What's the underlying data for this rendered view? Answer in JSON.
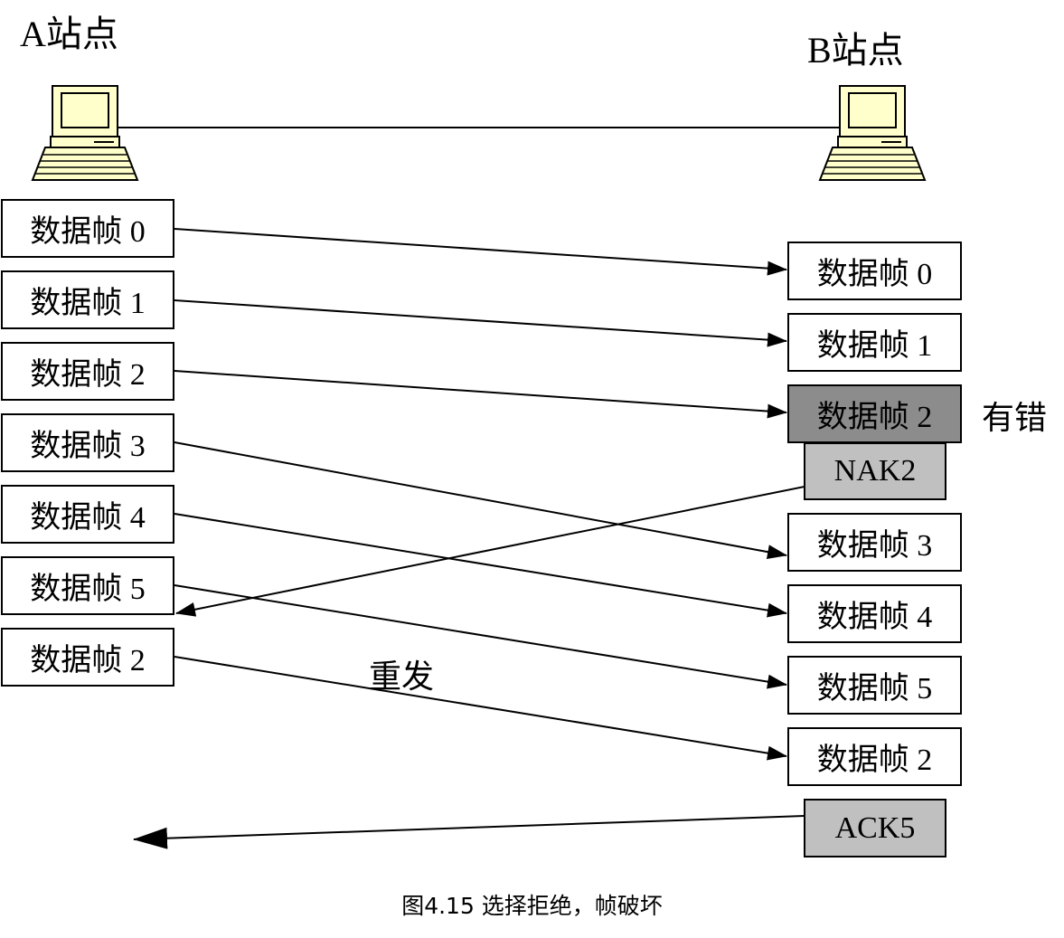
{
  "stations": {
    "a_label": "A站点",
    "b_label": "B站点"
  },
  "sender_frames": [
    "数据帧 0",
    "数据帧 1",
    "数据帧 2",
    "数据帧 3",
    "数据帧 4",
    "数据帧 5",
    "数据帧 2"
  ],
  "receiver_frames": [
    "数据帧 0",
    "数据帧 1",
    "数据帧 2",
    "数据帧 3",
    "数据帧 4",
    "数据帧 5",
    "数据帧 2"
  ],
  "control_frames": {
    "nak": "NAK2",
    "ack": "ACK5"
  },
  "notes": {
    "error": "有错",
    "resend": "重发"
  },
  "colors": {
    "error_frame": "#8c8c8c",
    "control_frame": "#c0c0c0",
    "computer_body": "#ffffcc"
  },
  "caption": "图4.15 选择拒绝，帧破坏"
}
